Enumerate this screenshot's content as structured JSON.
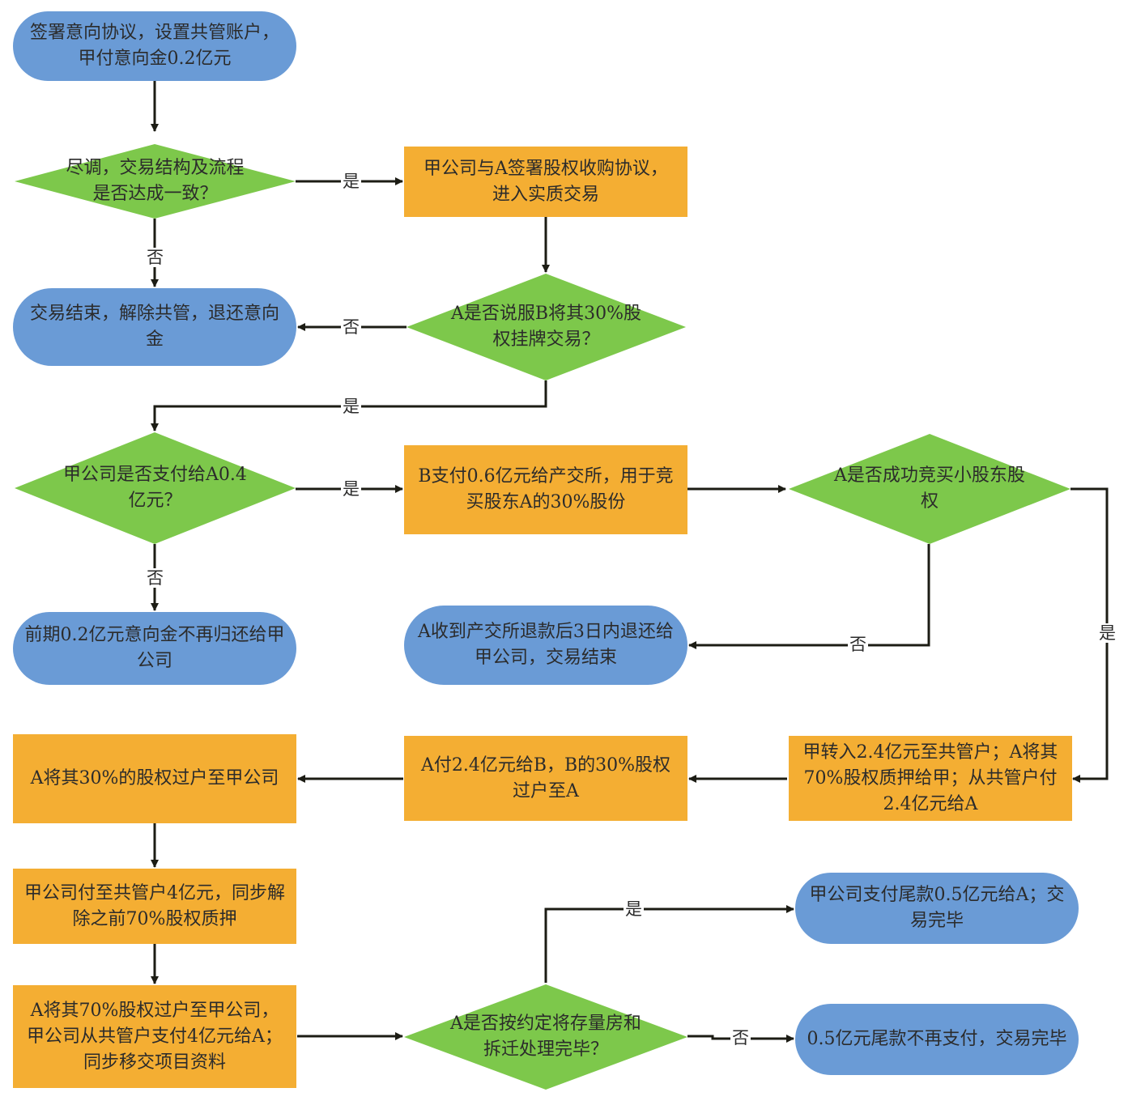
{
  "nodes": {
    "n1": "签署意向协议，设置共管账户，甲付意向金0.2亿元",
    "d1": "尽调，交易结构及流程是否达成一致？",
    "n2": "甲公司与A签署股权收购协议，进入实质交易",
    "n3": "交易结束，解除共管，退还意向金",
    "d2": "A是否说服B将其30%股权挂牌交易？",
    "d3": "甲公司是否支付给A0.4亿元？",
    "n4": "B支付0.6亿元给产交所，用于竞买股东A的30%股份",
    "d4": "A是否成功竞买小股东股权",
    "n5": "前期0.2亿元意向金不再归还给甲公司",
    "n6": "A收到产交所退款后3日内退还给甲公司，交易结束",
    "n7": "A将其30%的股权过户至甲公司",
    "n8": "A付2.4亿元给B，B的30%股权过户至A",
    "n9": "甲转入2.4亿元至共管户；A将其70%股权质押给甲；从共管户付2.4亿元给A",
    "n10": "甲公司付至共管户4亿元，同步解除之前70%股权质押",
    "n11": "甲公司支付尾款0.5亿元给A；交易完毕",
    "n12": "A将其70%股权过户至甲公司，甲公司从共管户支付4亿元给A；同步移交项目资料",
    "d5": "A是否按约定将存量房和拆迁处理完毕？",
    "n13": "0.5亿元尾款不再支付，交易完毕"
  },
  "labels": {
    "yes": "是",
    "no": "否"
  },
  "colors": {
    "terminal": "#6a9bd6",
    "process": "#f4ae33",
    "decision": "#7dc84b",
    "arrow": "#1c1c14"
  }
}
